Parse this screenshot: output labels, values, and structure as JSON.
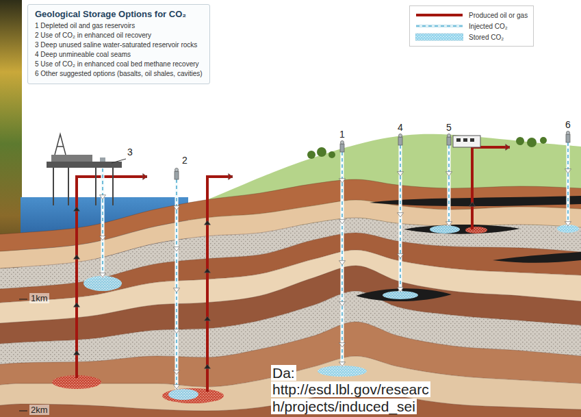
{
  "diagram": {
    "nodes": [
      {
        "text": [
          "Geological Storage Options for CO₂",
          "1 Depleted oil and gas reservoirs",
          "2 Use of CO₂ in enhanced oil recovery",
          "3 Deep unused saline water-saturated reservoir rocks",
          "4 Deep unmineable coal seams",
          "5 Use of CO₂ in enhanced coal bed methane recovery",
          "6 Other suggested options (basalts, oil shales, cavities)"
        ]
      }
    ],
    "labels": [
      "3",
      "2",
      "1",
      "4",
      "5",
      "6",
      "1km",
      "2km",
      "Da: http://esd.lbl.gov/research/projects/induced_sei"
    ],
    "legend": [
      {
        "text": "Produced oil or gas"
      },
      {
        "text": "Injected CO₂"
      },
      {
        "text": "Stored CO₂"
      }
    ]
  }
}
